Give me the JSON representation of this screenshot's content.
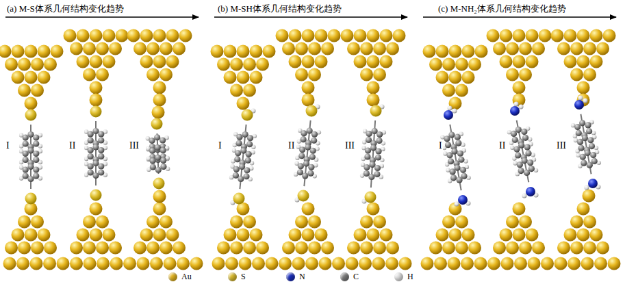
{
  "diagram": {
    "labels": [
      "(a) M-S体系几何结构变化趋势",
      "(b) M-SH体系几何结构变化趋势",
      "(c) M-NH₂体系几何结构变化趋势",
      "I",
      "II",
      "III",
      "I",
      "II",
      "III",
      "I",
      "II",
      "III"
    ],
    "legend": [
      {
        "text": "Au",
        "color": "#e8b820"
      },
      {
        "text": "S",
        "color": "#e0c030"
      },
      {
        "text": "N",
        "color": "#1a2ec0"
      },
      {
        "text": "C",
        "color": "#808080"
      },
      {
        "text": "H",
        "color": "#e8e8e8"
      }
    ]
  }
}
